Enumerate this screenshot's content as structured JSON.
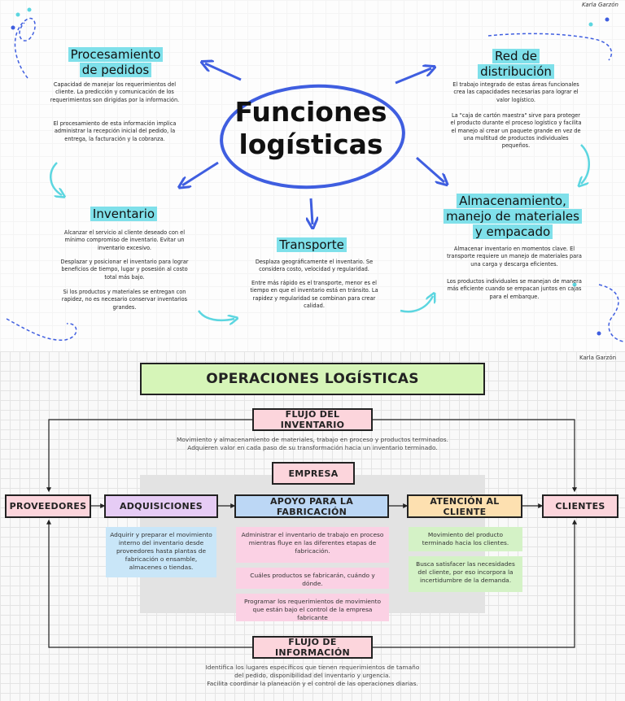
{
  "top": {
    "author": "Karla Garzón",
    "title_line1": "Funciones",
    "title_line2": "logísticas",
    "sections": {
      "procesamiento": {
        "heading1": "Procesamiento",
        "heading2": "de pedidos",
        "p1": "Capacidad de manejar los requerimientos del cliente. La predicción y comunicación de los requerimientos son dirigidas por la información.",
        "p2": "El procesamiento de esta información implica administrar la recepción inicial del pedido, la entrega, la facturación y la cobranza."
      },
      "red": {
        "heading1": "Red de",
        "heading2": "distribución",
        "p1": "El trabajo integrado de estas áreas funcionales crea las capacidades necesarias para lograr el valor logístico.",
        "p2": "La \"caja de cartón maestra\" sirve para proteger el producto durante el proceso logístico y facilita el manejo al crear un paquete grande en vez de una multitud de productos individuales pequeños."
      },
      "inventario": {
        "heading": "Inventario",
        "p1": "Alcanzar el servicio al cliente deseado con el mínimo compromiso de inventario. Evitar un inventario excesivo.",
        "p2": "Desplazar y posicionar el inventario para lograr beneficios de tiempo, lugar y posesión al costo total más bajo.",
        "p3": "Si los productos y materiales se entregan con rapidez, no es necesario conservar inventarios grandes."
      },
      "transporte": {
        "heading": "Transporte",
        "p1": "Desplaza geográficamente el inventario. Se considera costo, velocidad y regularidad.",
        "p2": "Entre más rápido es el transporte, menor es el tiempo en que el inventario está en tránsito. La rapidez y regularidad se combinan para crear calidad."
      },
      "almacenamiento": {
        "heading1": "Almacenamiento,",
        "heading2": "manejo de materiales",
        "heading3": "y empacado",
        "p1": "Almacenar inventario en momentos clave. El transporte requiere un manejo de materiales para una carga y descarga eficientes.",
        "p2": "Los productos individuales se manejan de manera más eficiente cuando se empacan juntos en cajas para el embarque."
      }
    }
  },
  "bottom": {
    "author": "Karla Garzón",
    "title": "OPERACIONES LOGÍSTICAS",
    "flujo_inventario": {
      "label": "FLUJO DEL INVENTARIO",
      "line1": "Movimiento y almacenamiento de materiales, trabajo en proceso y productos terminados.",
      "line2": "Adquieren valor en cada paso de su transformación hacia un inventario terminado."
    },
    "empresa": "EMPRESA",
    "proveedores": "PROVEEDORES",
    "adquisiciones": "ADQUISICIONES",
    "apoyo": "APOYO PARA LA FABRICACIÓN",
    "atencion": "ATENCIÓN AL CLIENTE",
    "clientes": "CLIENTES",
    "adquisiciones_note": "Adquirir y preparar el movimiento interno del inventario desde proveedores hasta plantas de fabricación o ensamble, almacenes o tiendas.",
    "apoyo_notes": [
      "Administrar el inventario de trabajo en proceso mientras fluye en las diferentes etapas de fabricación.",
      "Cuáles productos se fabricarán, cuándo y dónde.",
      "Programar los requerimientos de movimiento que están bajo el control de la empresa fabricante"
    ],
    "atencion_notes": [
      "Movimiento del producto terminado hacia los clientes.",
      "Busca satisfacer las necesidades del cliente, por eso incorpora la incertidumbre de la demanda."
    ],
    "flujo_informacion": {
      "label": "FLUJO DE INFORMACIÓN",
      "line1": "Identifica los lugares específicos que tienen requerimientos de tamaño",
      "line2": "del pedido, disponibilidad del inventario y urgencia.",
      "line3": "Facilita coordinar la planeación y el control de las operaciones diarias."
    },
    "colors": {
      "title_bg": "#d6f5b8",
      "pink": "#fcd5dc",
      "lavender": "#e6ccf5",
      "blue": "#bcd7f5",
      "orange": "#fde0b0",
      "light_blue": "#c9e6f8",
      "light_pink": "#fbd1e4",
      "light_green": "#d4f2c6",
      "empresa_area": "#e3e3e3"
    }
  }
}
